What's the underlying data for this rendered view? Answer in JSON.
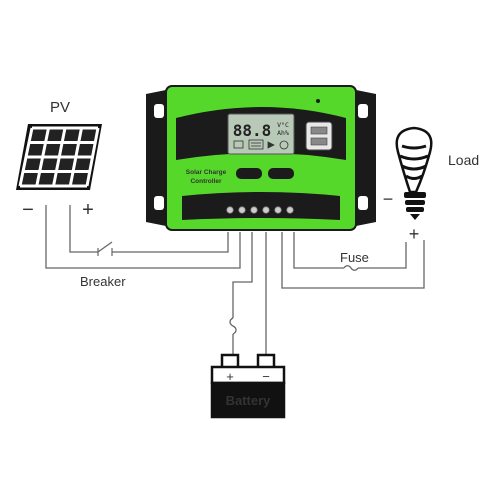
{
  "labels": {
    "pv": "PV",
    "load": "Load",
    "breaker": "Breaker",
    "fuse": "Fuse",
    "battery": "Battery",
    "pv_minus": "−",
    "pv_plus": "+",
    "load_minus": "−",
    "load_plus": "+",
    "battery_plus": "+",
    "battery_minus": "−"
  },
  "controller": {
    "title_line1": "Solar Charge",
    "title_line2": "Controller",
    "display_digits": "88.8",
    "display_unit_temp": "V°C",
    "display_unit_current": "Ah%"
  },
  "colors": {
    "controller_green": "#55d82a",
    "controller_frame": "#1a1a1a",
    "display_bg": "#b8c9b8",
    "wire": "#555555",
    "battery_label": "#ffffff"
  }
}
